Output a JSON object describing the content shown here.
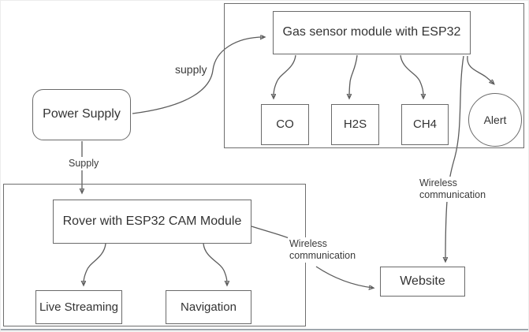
{
  "nodes": {
    "power_supply": "Power Supply",
    "gas_sensor": "Gas sensor module with ESP32",
    "co": "CO",
    "h2s": "H2S",
    "ch4": "CH4",
    "alert": "Alert",
    "rover": "Rover with ESP32 CAM Module",
    "live_streaming": "Live Streaming",
    "navigation": "Navigation",
    "website": "Website"
  },
  "edge_labels": {
    "supply_to_gas": "supply",
    "supply_to_rover": "Supply",
    "wireless_gas_to_website": "Wireless\ncommunication",
    "wireless_rover_to_website": "Wireless\ncommunication"
  },
  "colors": {
    "background": "#ffffff",
    "box_border": "#6a6a6a",
    "line": "#5c5c5c",
    "text": "#3a3a3a",
    "frame_bottom": "#9fa6ad"
  }
}
